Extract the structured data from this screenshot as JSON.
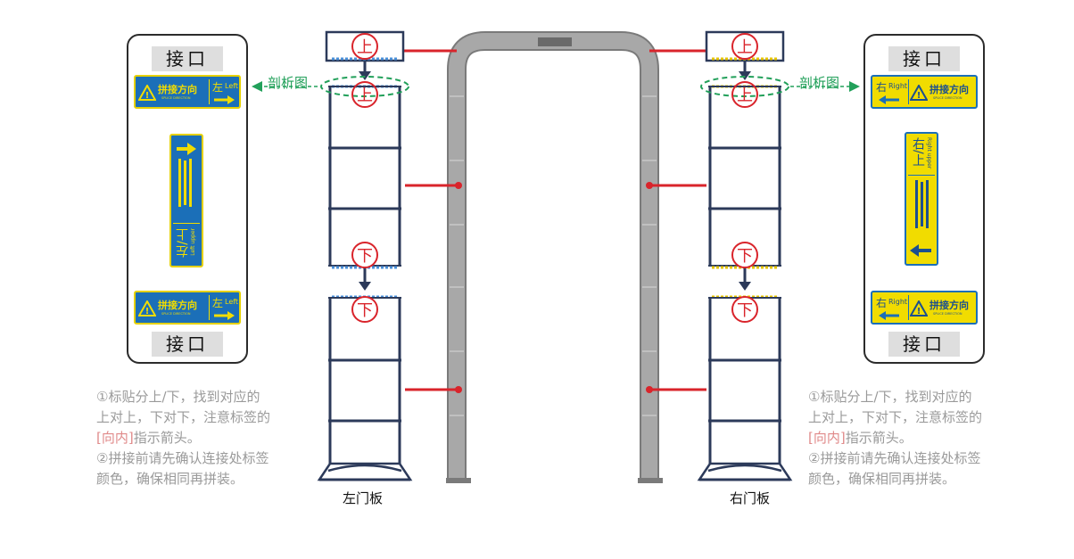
{
  "left_card": {
    "port_top": "接口",
    "port_bottom": "接口",
    "top_label": {
      "splice_cn": "拼接方向",
      "splice_en": "SPLICE DIRECTION",
      "dir_cn": "左",
      "dir_en": "Left"
    },
    "bottom_label": {
      "splice_cn": "拼接方向",
      "splice_en": "SPLICE DIRECTION",
      "dir_cn": "左",
      "dir_en": "Left"
    },
    "vertical_label": {
      "pos_cn": "左/上",
      "pos_en": "Left upper"
    }
  },
  "right_card": {
    "port_top": "接口",
    "port_bottom": "接口",
    "top_label": {
      "splice_cn": "拼接方向",
      "splice_en": "SPLICE DIRECTION",
      "dir_cn": "右",
      "dir_en": "Right"
    },
    "bottom_label": {
      "splice_cn": "拼接方向",
      "splice_en": "SPLICE DIRECTION",
      "dir_cn": "右",
      "dir_en": "Right"
    },
    "vertical_label": {
      "pos_cn": "右/上",
      "pos_en": "Right upper"
    }
  },
  "section_view": "剖析图",
  "marks": {
    "up": "上",
    "down": "下"
  },
  "captions": {
    "left_door": "左门板",
    "right_door": "右门板"
  },
  "notes": {
    "line1": "①标贴分上/下，找到对应的",
    "line2": "上对上，下对下，注意标签的",
    "line3_highlight": "[向内]",
    "line3_rest": "指示箭头。",
    "line4": "②拼接前请先确认连接处标签",
    "line5": "颜色，确保相同再拼装。"
  },
  "colors": {
    "label_blue": "#1b6fb8",
    "label_yellow": "#f1dc00",
    "frame_navy": "#2c3a5a",
    "connector_red": "#d9242b",
    "section_green": "#22a05a",
    "arch_gray": "#a8a8a8"
  }
}
